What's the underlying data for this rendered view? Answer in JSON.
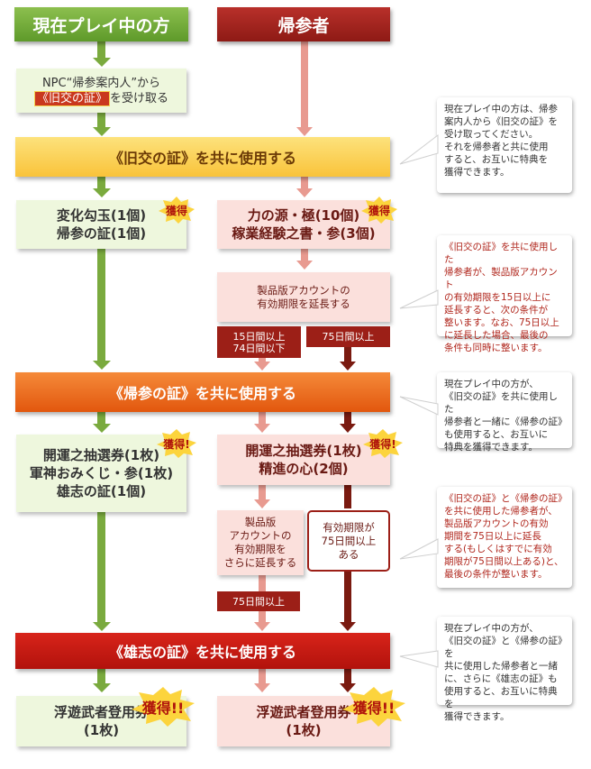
{
  "headers": {
    "current": "現在プレイ中の方",
    "returning": "帰参者"
  },
  "step_npc": {
    "line1": "NPC“帰参案内人”から",
    "item": "《旧交の証》",
    "line2_suffix": "を受け取る"
  },
  "bars": {
    "kyuko": "《旧交の証》を共に使用する",
    "kisan": "《帰参の証》を共に使用する",
    "yushi": "《雄志の証》を共に使用する"
  },
  "stage1": {
    "current": [
      "変化勾玉(1個)",
      "帰参の証(1個)"
    ],
    "returning": [
      "力の源・極(10個)",
      "稼業経験之書・参(3個)"
    ],
    "badge": "獲得"
  },
  "extend1": [
    "製品版アカウントの",
    "有効期限を延長する"
  ],
  "tags": {
    "d15_74": [
      "15日間以上",
      "74日間以下"
    ],
    "d75": "75日間以上",
    "d75b": "75日間以上"
  },
  "stage2": {
    "current": [
      "開運之抽選券(1枚)",
      "軍神おみくじ・参(1枚)",
      "雄志の証(1個)"
    ],
    "returning": [
      "開運之抽選券(1枚)",
      "精進の心(2個)"
    ],
    "badge": "獲得!"
  },
  "extend2": [
    "製品版",
    "アカウントの",
    "有効期限を",
    "さらに延長する"
  ],
  "already": [
    "有効期限が",
    "75日間以上",
    "ある"
  ],
  "stage3": {
    "current": [
      "浮遊武者登用券",
      "(1枚)"
    ],
    "returning": [
      "浮遊武者登用券",
      "(1枚)"
    ],
    "badge": "獲得!!"
  },
  "notes": {
    "n1": [
      "現在プレイ中の方は、帰参",
      "案内人から《旧交の証》を",
      "受け取ってください。",
      "それを帰参者と共に使用",
      "すると、お互いに特典を",
      "獲得できます。"
    ],
    "n2": [
      "《旧交の証》を共に使用した",
      "帰参者が、製品版アカウント",
      "の有効期限を15日以上に",
      "延長すると、次の条件が",
      "整います。なお、75日以上",
      "に延長した場合、最後の",
      "条件も同時に整います。"
    ],
    "n3": [
      "現在プレイ中の方が、",
      "《旧交の証》を共に使用した",
      "帰参者と一緒に《帰参の証》",
      "も使用すると、お互いに",
      "特典を獲得できます。"
    ],
    "n4": [
      "《旧交の証》と《帰参の証》",
      "を共に使用した帰参者が、",
      "製品版アカウントの有効",
      "期間を75日以上に延長",
      "する(もしくはすでに有効",
      "期限が75日間以上ある)と、",
      "最後の条件が整います。"
    ],
    "n5": [
      "現在プレイ中の方が、",
      "《旧交の証》と《帰参の証》を",
      "共に使用した帰参者と一緒",
      "に、さらに《雄志の証》も",
      "使用すると、お互いに特典を",
      "獲得できます。"
    ]
  },
  "colors": {
    "green": "#7aaa3e",
    "pink_arrow": "#e89a90",
    "dark_arrow": "#7a1a10"
  }
}
